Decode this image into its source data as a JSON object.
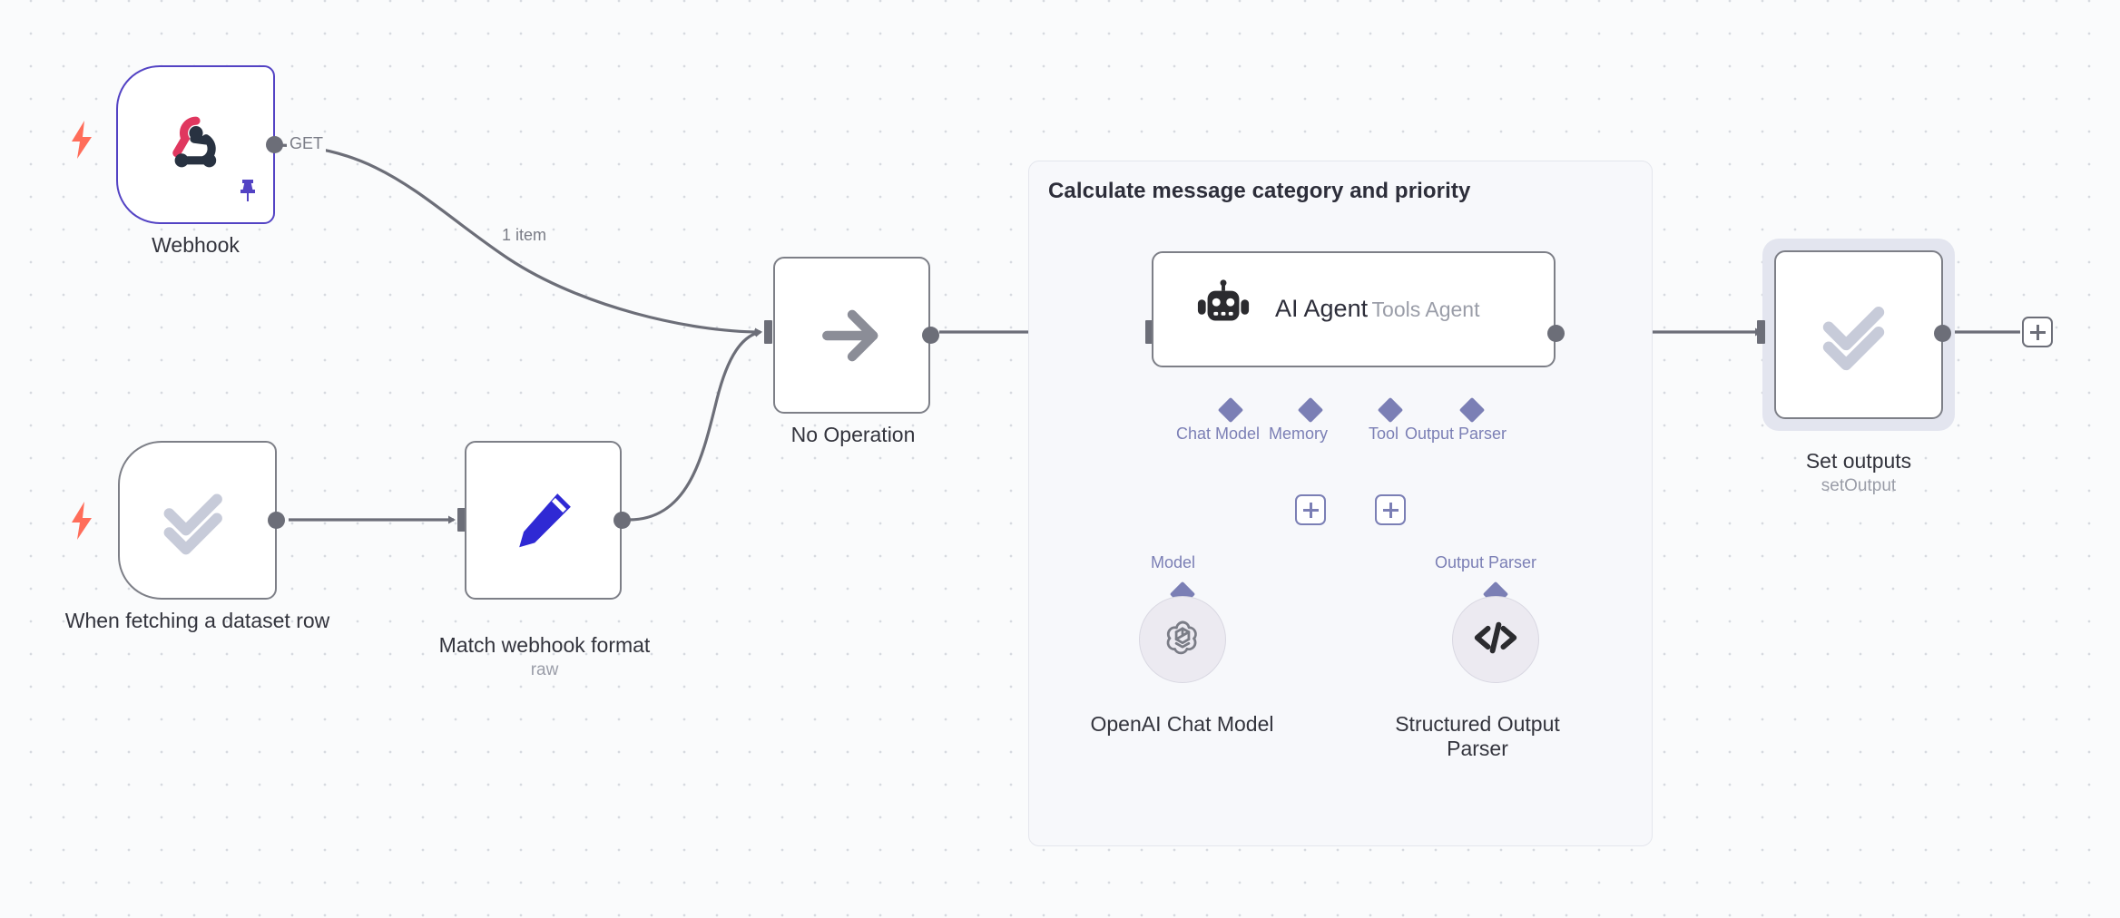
{
  "canvas": {
    "background_color": "#fafbfc",
    "grid_dot_color": "#d7dae0"
  },
  "group": {
    "title": "Calculate message category and priority",
    "border_color": "#e4e6ed",
    "fill_color": "#f7f8fb"
  },
  "nodes": [
    {
      "id": "webhook",
      "name": "Webhook",
      "subtitle": "",
      "icon": "webhook-icon",
      "type": "trigger",
      "pinned": true,
      "accent_color": "#5343c4",
      "output_label": "GET"
    },
    {
      "id": "when-fetching-dataset-row",
      "name": "When fetching a dataset row",
      "subtitle": "",
      "icon": "double-check-icon",
      "type": "trigger",
      "pinned": false,
      "accent_color": "#c7cbd9"
    },
    {
      "id": "match-webhook-format",
      "name": "Match webhook format",
      "subtitle": "raw",
      "icon": "pencil-icon",
      "type": "action",
      "accent_color": "#2f29d4"
    },
    {
      "id": "no-operation",
      "name": "No Operation",
      "subtitle": "",
      "icon": "arrow-right-icon",
      "type": "action",
      "accent_color": "#8b8d97"
    },
    {
      "id": "ai-agent",
      "name": "AI Agent",
      "subtitle": "Tools Agent",
      "icon": "robot-icon",
      "type": "agent",
      "accent_color": "#2b2b2f"
    },
    {
      "id": "set-outputs",
      "name": "Set outputs",
      "subtitle": "setOutput",
      "icon": "double-check-icon",
      "type": "action",
      "selected": true,
      "accent_color": "#c7cbd9"
    },
    {
      "id": "openai-chat-model",
      "name": "OpenAI Chat Model",
      "subtitle": "",
      "icon": "openai-icon",
      "type": "subnode",
      "port_label": "Model",
      "accent_color": "#7a7c86"
    },
    {
      "id": "structured-output-parser",
      "name": "Structured Output Parser",
      "subtitle": "",
      "icon": "code-brackets-icon",
      "type": "subnode",
      "port_label": "Output Parser",
      "accent_color": "#2b2b2f"
    }
  ],
  "agent_ports": [
    {
      "label": "Chat Model",
      "has_add_button": false
    },
    {
      "label": "Memory",
      "has_add_button": true
    },
    {
      "label": "Tool",
      "has_add_button": true
    },
    {
      "label": "Output Parser",
      "has_add_button": false
    }
  ],
  "connections": [
    {
      "from": "webhook",
      "to": "no-operation",
      "label": "1 item"
    },
    {
      "from": "when-fetching-dataset-row",
      "to": "match-webhook-format",
      "label": ""
    },
    {
      "from": "match-webhook-format",
      "to": "no-operation",
      "label": ""
    },
    {
      "from": "no-operation",
      "to": "ai-agent",
      "label": ""
    },
    {
      "from": "ai-agent",
      "to": "set-outputs",
      "label": ""
    },
    {
      "from": "set-outputs",
      "to": "add-node",
      "label": ""
    }
  ],
  "add_node_button": {
    "label": "+"
  }
}
